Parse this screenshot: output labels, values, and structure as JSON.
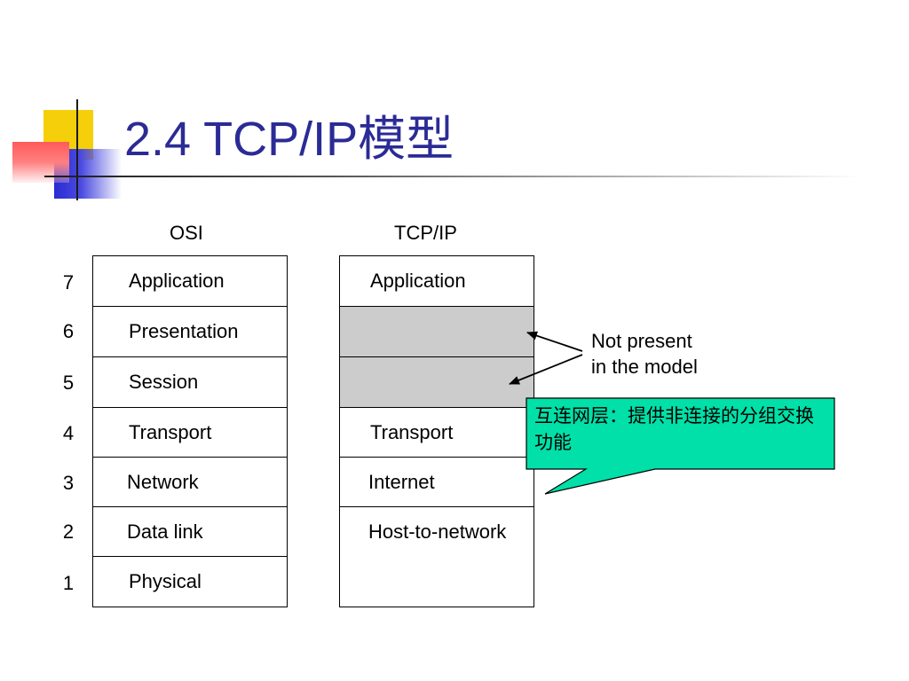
{
  "slide": {
    "title": "2.4 TCP/IP模型"
  },
  "osi": {
    "heading": "OSI",
    "layers": [
      {
        "num": "7",
        "label": "Application"
      },
      {
        "num": "6",
        "label": "Presentation"
      },
      {
        "num": "5",
        "label": "Session"
      },
      {
        "num": "4",
        "label": "Transport"
      },
      {
        "num": "3",
        "label": "Network"
      },
      {
        "num": "2",
        "label": "Data link"
      },
      {
        "num": "1",
        "label": "Physical"
      }
    ]
  },
  "tcpip": {
    "heading": "TCP/IP",
    "layers": [
      {
        "label": "Application"
      },
      {
        "label": ""
      },
      {
        "label": ""
      },
      {
        "label": "Transport"
      },
      {
        "label": "Internet"
      },
      {
        "label": "Host-to-network"
      }
    ]
  },
  "annotation": {
    "line1": "Not present",
    "line2": "in the model"
  },
  "callout": {
    "text": "互连网层：提供非连接的分组交换功能",
    "fill": "#00e0a8"
  },
  "colors": {
    "title": "#2b2b96",
    "gray_cell": "#cccccc"
  }
}
